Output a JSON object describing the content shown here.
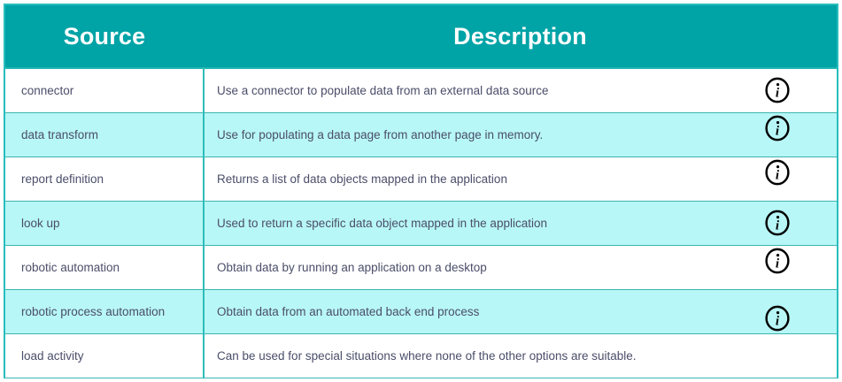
{
  "table": {
    "columns": [
      {
        "key": "source",
        "label": "Source"
      },
      {
        "key": "description",
        "label": "Description"
      }
    ],
    "header": {
      "source_label": "Source",
      "description_label": "Description",
      "background_color": "#00a3a6",
      "text_color": "#ffffff"
    },
    "style": {
      "border_color": "#29bdbd",
      "row_divider_color": "#3bb5b0",
      "alt_row_color": "#b8f7f7",
      "plain_row_color": "#ffffff",
      "body_text_color": "#4a4e69",
      "icon_color": "#000000"
    },
    "rows": [
      {
        "source": "connector",
        "description": "Use a connector to populate data from an external data source",
        "info_icon": "info-circle-icon",
        "has_info_icon": true,
        "icon_offset": "none",
        "striped": false
      },
      {
        "source": "data transform",
        "description": "Use for populating a data page from another page in memory.",
        "info_icon": "info-circle-icon",
        "has_info_icon": true,
        "icon_offset": "up",
        "striped": true
      },
      {
        "source": "report definition",
        "description": "Returns a list of data objects mapped in the application",
        "info_icon": "info-circle-icon",
        "has_info_icon": true,
        "icon_offset": "up",
        "striped": false
      },
      {
        "source": "look up",
        "description": "Used to return a specific data object mapped in the application",
        "info_icon": "info-circle-icon",
        "has_info_icon": true,
        "icon_offset": "none",
        "striped": true
      },
      {
        "source": "robotic automation",
        "description": "Obtain data by running an application on a desktop",
        "info_icon": "info-circle-icon",
        "has_info_icon": true,
        "icon_offset": "up",
        "striped": false
      },
      {
        "source": "robotic process automation",
        "description": "Obtain data from an automated back end process",
        "info_icon": "info-circle-icon",
        "has_info_icon": true,
        "icon_offset": "down",
        "striped": true
      },
      {
        "source": "load activity",
        "description": "Can be used for special situations where none of the other options are suitable.",
        "info_icon": null,
        "has_info_icon": false,
        "icon_offset": "none",
        "striped": false
      }
    ]
  }
}
